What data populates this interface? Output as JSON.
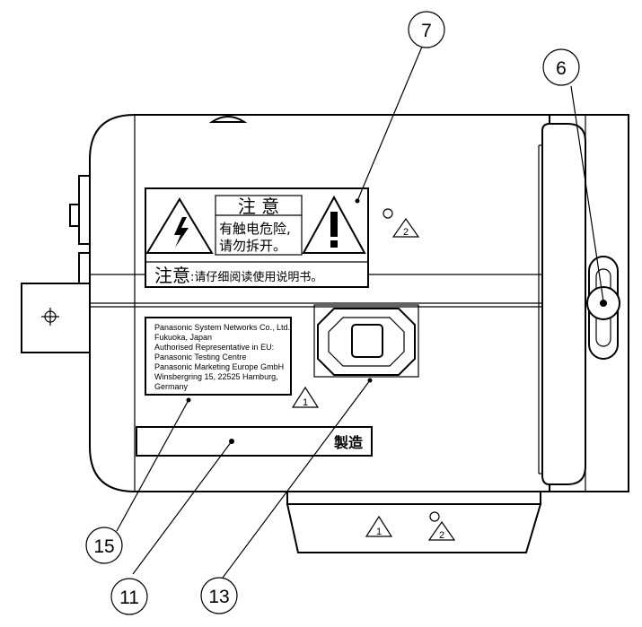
{
  "warning_label": {
    "title": "注 意",
    "body_line1": "有触电危险,",
    "body_line2": "请勿拆开。",
    "footer_title": "注意",
    "footer_text": ":请仔细阅读使用说明书。"
  },
  "maker_label": {
    "lines": [
      "Panasonic System Networks Co., Ltd.",
      "Fukuoka, Japan",
      "Authorised Representative in EU:",
      "Panasonic Testing Centre",
      "Panasonic Marketing Europe GmbH",
      "Winsbergring 15, 22525 Hamburg,",
      "Germany"
    ]
  },
  "manufacture_plate": {
    "text": "製造"
  },
  "callouts": [
    "7",
    "6",
    "15",
    "11",
    "13"
  ],
  "triangle_marks": {
    "one": "1",
    "two": "2"
  }
}
